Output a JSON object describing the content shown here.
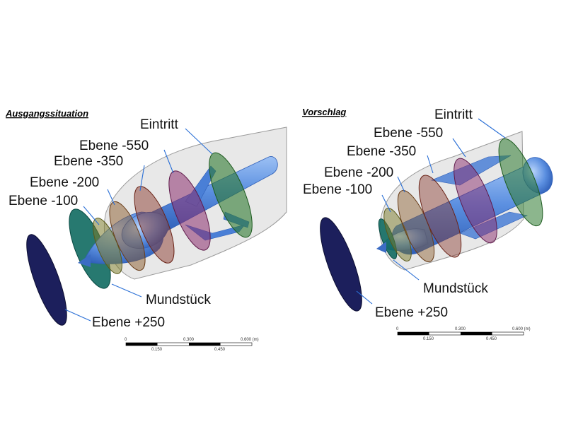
{
  "panels": [
    {
      "title": "Ausgangssituation",
      "labels": {
        "eintritt": "Eintritt",
        "e550": "Ebene -550",
        "e350": "Ebene -350",
        "e200": "Ebene -200",
        "e100": "Ebene -100",
        "mundstueck": "Mundstück",
        "e250": "Ebene +250"
      },
      "scale": {
        "top_ticks": [
          "0",
          "0.300",
          "0.600 (m)"
        ],
        "bottom_ticks": [
          "0.150",
          "0.450"
        ]
      }
    },
    {
      "title": "Vorschlag",
      "labels": {
        "eintritt": "Eintritt",
        "e550": "Ebene -550",
        "e350": "Ebene -350",
        "e200": "Ebene -200",
        "e100": "Ebene -100",
        "mundstueck": "Mundstück",
        "e250": "Ebene +250"
      },
      "scale": {
        "top_ticks": [
          "0",
          "0.300",
          "0.600 (m)"
        ],
        "bottom_ticks": [
          "0.150",
          "0.450"
        ]
      }
    }
  ],
  "colors": {
    "duct_fill": "#e4e4e4",
    "duct_stroke": "#9a9a9a",
    "body": "#5b8fe0",
    "body_dark": "#3b6cc4",
    "plane_250": "#1c1f5c",
    "plane_mund": "#0f6a60",
    "plane_100": "#7a7a2a",
    "plane_200": "#8a5a2a",
    "plane_350": "#8a3a2e",
    "plane_550": "#8a2e6e",
    "plane_eintritt": "#2e7a30",
    "leader": "#2a6fd6"
  }
}
